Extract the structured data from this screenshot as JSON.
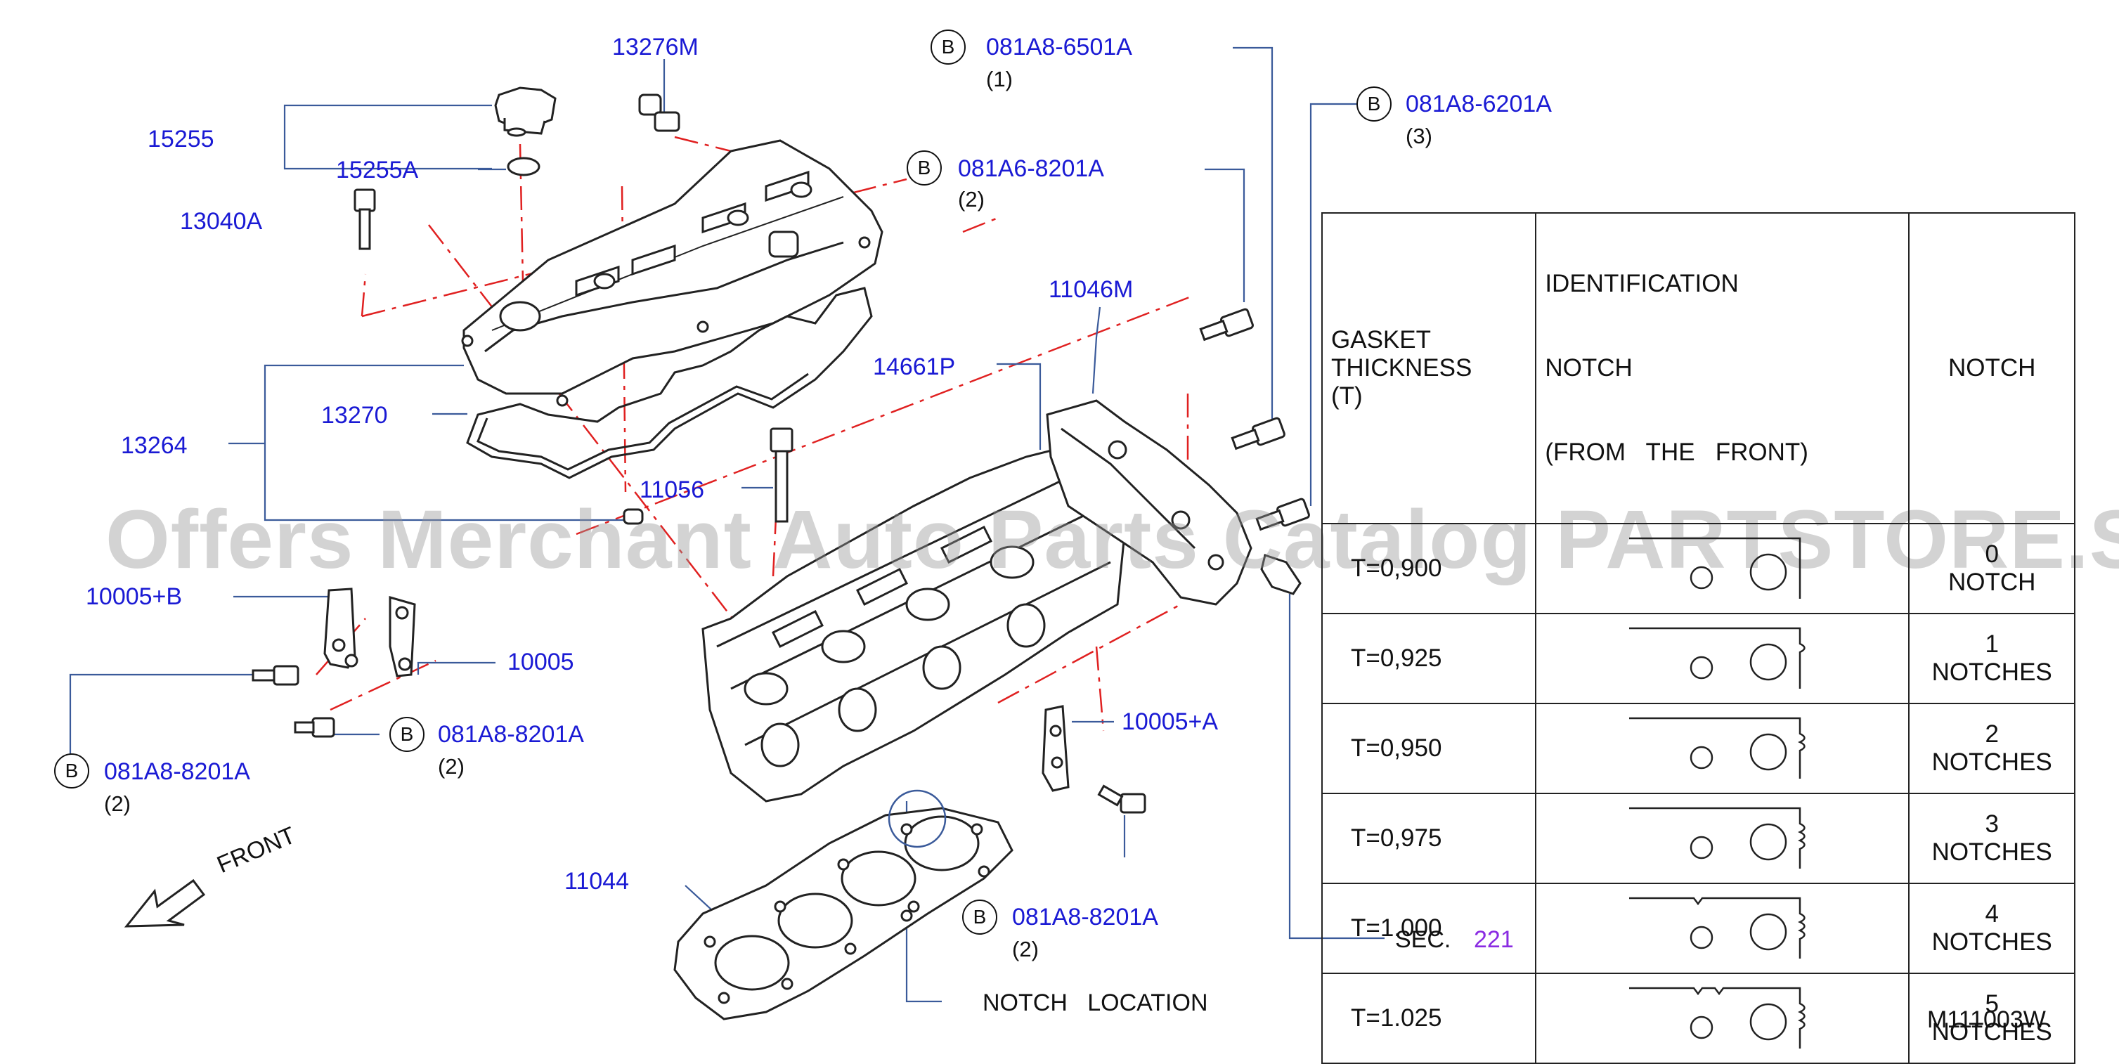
{
  "parts": {
    "p13276M": "13276M",
    "p15255": "15255",
    "p15255A": "15255A",
    "p13040A": "13040A",
    "p13264": "13264",
    "p13270": "13270",
    "p11056": "11056",
    "p10005B": "10005+B",
    "p10005": "10005",
    "p10005A": "10005+A",
    "p11044": "11044",
    "p11046M": "11046M",
    "p14661P": "14661P"
  },
  "bolts": [
    {
      "code": "081A8-6501A",
      "qty": "(1)"
    },
    {
      "code": "081A6-8201A",
      "qty": "(2)"
    },
    {
      "code": "081A8-6201A",
      "qty": "(3)"
    },
    {
      "code": "081A8-8201A",
      "qty": "(2)"
    },
    {
      "code": "081A8-8201A",
      "qty": "(2)"
    },
    {
      "code": "081A8-8201A",
      "qty": "(2)"
    }
  ],
  "bolt_symbol": "B",
  "sec": {
    "label": "SEC.",
    "number": "221"
  },
  "front_label": "FRONT",
  "notch_location_label": "NOTCH   LOCATION",
  "diagram_id": "M111003W",
  "watermark": "Offers Merchant Auto Parts Catalog PARTSTORE.SA",
  "table": {
    "headers": {
      "col1": [
        "GASKET",
        "THICKNESS",
        "(T)"
      ],
      "col2": [
        "IDENTIFICATION",
        "NOTCH",
        "(FROM   THE   FRONT)"
      ],
      "col3": "NOTCH"
    },
    "rows": [
      {
        "thickness": "T=0,900",
        "notch_count": "0",
        "notch_word": "NOTCH"
      },
      {
        "thickness": "T=0,925",
        "notch_count": "1",
        "notch_word": "NOTCHES"
      },
      {
        "thickness": "T=0,950",
        "notch_count": "2",
        "notch_word": "NOTCHES"
      },
      {
        "thickness": "T=0,975",
        "notch_count": "3",
        "notch_word": "NOTCHES"
      },
      {
        "thickness": "T=1.000",
        "notch_count": "4",
        "notch_word": "NOTCHES"
      },
      {
        "thickness": "T=1.025",
        "notch_count": "5",
        "notch_word": "NOTCHES"
      }
    ]
  },
  "colors": {
    "part_number": "#1a1ad4",
    "leader": "#3a5a9a",
    "centerline": "#e02020",
    "sec_link": "#8a2be2"
  }
}
